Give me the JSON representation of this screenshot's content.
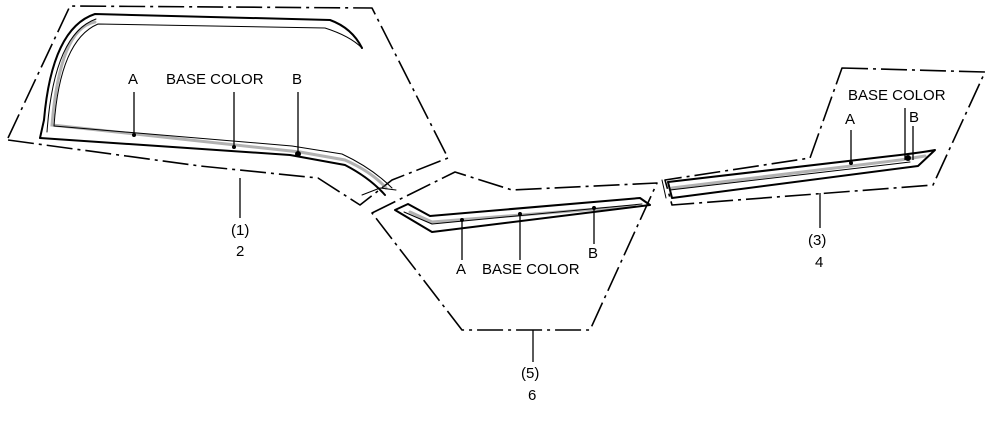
{
  "callouts": {
    "part1": {
      "ref": "(1)",
      "num": "2"
    },
    "part3": {
      "ref": "(3)",
      "num": "4"
    },
    "part5": {
      "ref": "(5)",
      "num": "6"
    }
  },
  "labels": {
    "window_a": "A",
    "window_base_color": "BASE COLOR",
    "window_b": "B",
    "middle_a": "A",
    "middle_base_color": "BASE COLOR",
    "middle_b": "B",
    "rear_base_color": "BASE COLOR",
    "rear_a": "A",
    "rear_b": "B"
  }
}
